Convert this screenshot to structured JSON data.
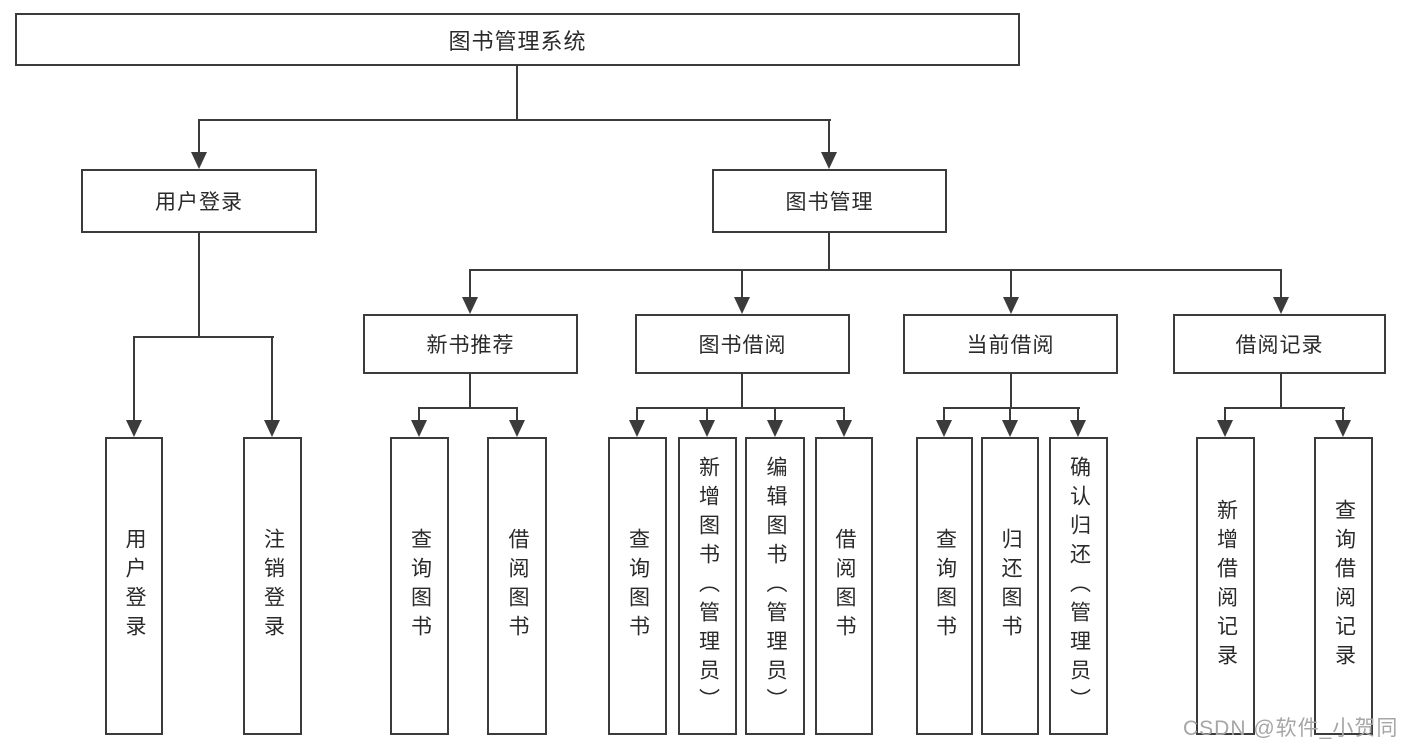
{
  "nodes": {
    "root": "图书管理系统",
    "user_login_branch": "用户登录",
    "book_management_branch": "图书管理",
    "new_book_recommend": "新书推荐",
    "book_borrowing": "图书借阅",
    "current_borrowing": "当前借阅",
    "borrowing_records": "借阅记录"
  },
  "leaves": {
    "user_login": "用户登录",
    "logout": "注销登录",
    "nbr_query_books": "查询图书",
    "nbr_borrow_books": "借阅图书",
    "bb_query_books": "查询图书",
    "bb_add_books_admin": "新增图书（管理员）",
    "bb_edit_books_admin": "编辑图书（管理员）",
    "bb_borrow_books": "借阅图书",
    "cb_query_books": "查询图书",
    "cb_return_books": "归还图书",
    "cb_confirm_return_admin": "确认归还（管理员）",
    "br_add_borrow_record": "新增借阅记录",
    "br_query_borrow_record": "查询借阅记录"
  },
  "watermark": "CSDN @软件_小贺同学",
  "colors": {
    "line": "#3b3b3b",
    "text": "#2a2a2a",
    "watermark": "#a6a6a6",
    "background": "#ffffff"
  }
}
